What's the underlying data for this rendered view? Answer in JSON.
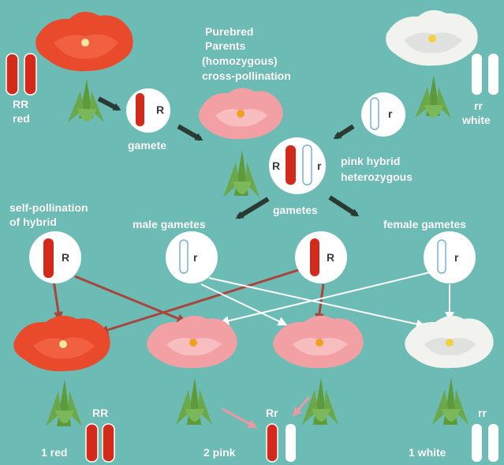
{
  "labels": {
    "purebred": "Purebred",
    "parents": "Parents",
    "homozygous": "(homozygous)",
    "cross_pollination": "cross-pollination",
    "rr_red_genotype": "RR",
    "rr_red_color": "red",
    "rr_white_genotype": "rr",
    "rr_white_color": "white",
    "gamete": "gamete",
    "pink_hybrid": "pink hybrid",
    "heterozygous": "heterozygous",
    "gametes": "gametes",
    "self_pollination": "self-pollination",
    "of_hybrid": "of hybrid",
    "male_gametes": "male gametes",
    "female_gametes": "female gametes",
    "bottom_rr": "RR",
    "bottom_rr_lower": "rr",
    "bottom_rr_mixed": "Rr",
    "result_red": "1 red",
    "result_pink": "2 pink",
    "result_white": "1 white"
  },
  "alleles": {
    "R": "R",
    "r": "r"
  },
  "colors": {
    "background": "#6cbcb5",
    "red_flower": "#e94a2c",
    "pink_flower": "#f2a0a4",
    "white_flower": "#f2f2ee",
    "chromosome_red": "#d42a1c",
    "arrow_dark": "#2a3a32",
    "arrow_brown": "#a8453c",
    "arrow_white": "#ffffff"
  },
  "icons": [
    "red-flower-icon",
    "pink-flower-icon",
    "white-flower-icon",
    "chromosome-icon",
    "gamete-circle-icon",
    "arrow-icon"
  ]
}
